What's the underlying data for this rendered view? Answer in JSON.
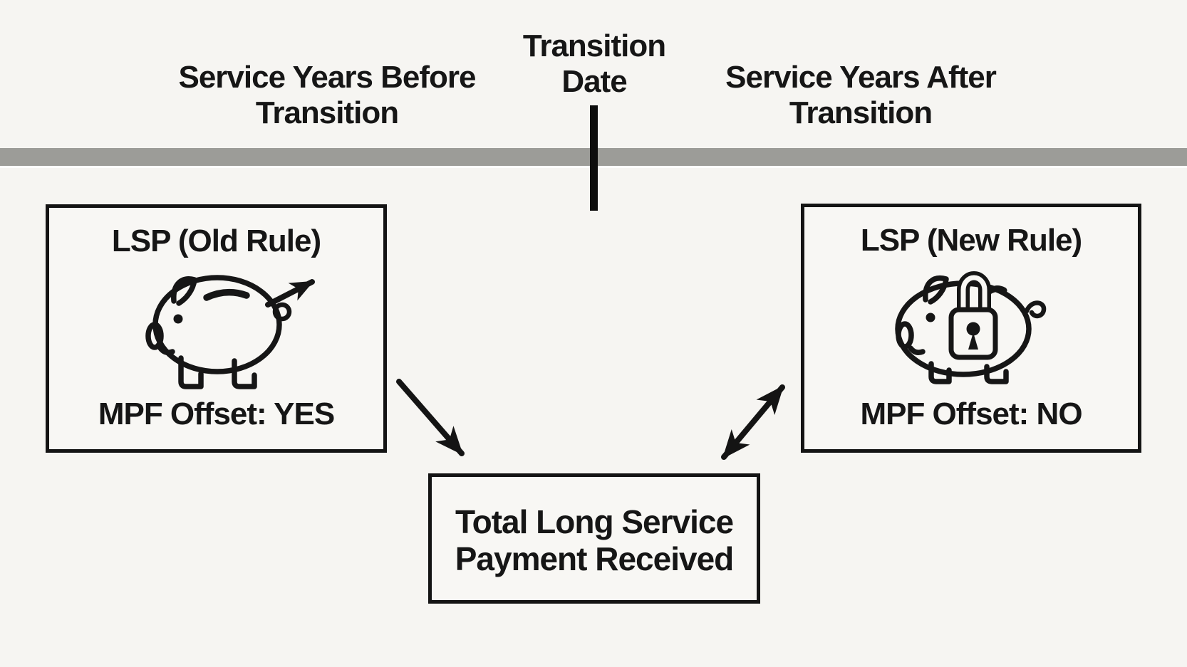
{
  "colors": {
    "background": "#f6f5f2",
    "ink": "#161616",
    "timeline_bar": "#9c9c98"
  },
  "timeline": {
    "before_label": {
      "line1": "Service Years Before",
      "line2": "Transition"
    },
    "date_label": {
      "line1": "Transition",
      "line2": "Date"
    },
    "after_label": {
      "line1": "Service Years After",
      "line2": "Transition"
    }
  },
  "boxes": {
    "old_rule": {
      "title": "LSP (Old Rule)",
      "mpf_label": "MPF Offset: YES",
      "icon": "piggy-bank-money-out-icon"
    },
    "new_rule": {
      "title": "LSP (New Rule)",
      "mpf_label": "MPF Offset: NO",
      "icon": "piggy-bank-locked-icon"
    },
    "total_payment": {
      "line1": "Total Long Service",
      "line2": "Payment Received"
    }
  }
}
